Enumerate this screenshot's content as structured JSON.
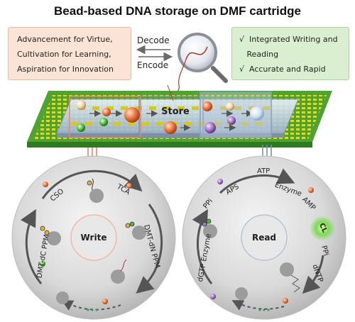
{
  "title": "Bead-based DNA storage on DMF cartridge",
  "left_box": {
    "lines": [
      "Advancement for Virtue,",
      "Cultivation for Learning,",
      "Aspiration for Innovation"
    ]
  },
  "right_box": {
    "lines": [
      "√  Integrated Writing and",
      "   Reading",
      "√  Accurate and Rapid"
    ]
  },
  "arrows": {
    "decode": "Decode",
    "encode": "Encode"
  },
  "chip": {
    "store": "Store"
  },
  "write_cycle": {
    "center": "Write",
    "labels": [
      "CSO",
      "TCA",
      "DMT-dN PPM",
      "DMT-dC PPM"
    ]
  },
  "read_cycle": {
    "center": "Read",
    "labels": [
      "ATP",
      "APS",
      "PPi",
      "Enzyme",
      "AMP",
      "CL",
      "PPi",
      "dNTP",
      "dGTP Enzyme"
    ]
  },
  "colors": {
    "pad": "#e8d81a",
    "chip_green": "#4ea331",
    "left_box_bg": "#fbe3d6",
    "right_box_bg": "#d9efd0",
    "cl_glow": "#7ed957"
  }
}
